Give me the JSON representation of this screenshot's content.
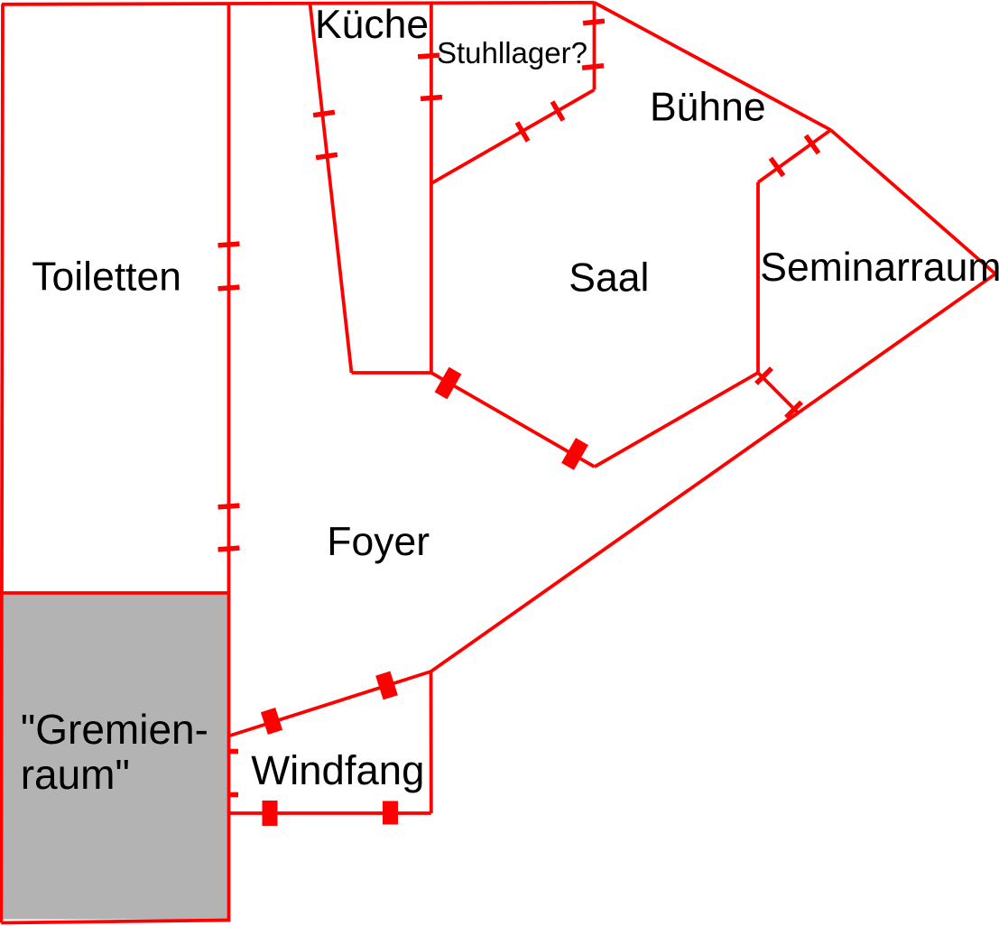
{
  "diagram": {
    "type": "floor-plan",
    "colors": {
      "wall": "#ff0000",
      "gremienraum_fill": "#b3b3b3",
      "label_text": "#000000",
      "background": "#ffffff"
    },
    "rooms": {
      "toiletten": {
        "label": "Toiletten"
      },
      "kueche": {
        "label": "Küche"
      },
      "stuhllager": {
        "label": "Stuhllager?"
      },
      "buehne": {
        "label": "Bühne"
      },
      "saal": {
        "label": "Saal"
      },
      "seminarraum": {
        "label": "Seminarraum"
      },
      "foyer": {
        "label": "Foyer"
      },
      "gremienraum": {
        "label_line1": "\"Gremien-",
        "label_line2": "raum\""
      },
      "windfang": {
        "label": "Windfang"
      }
    }
  }
}
